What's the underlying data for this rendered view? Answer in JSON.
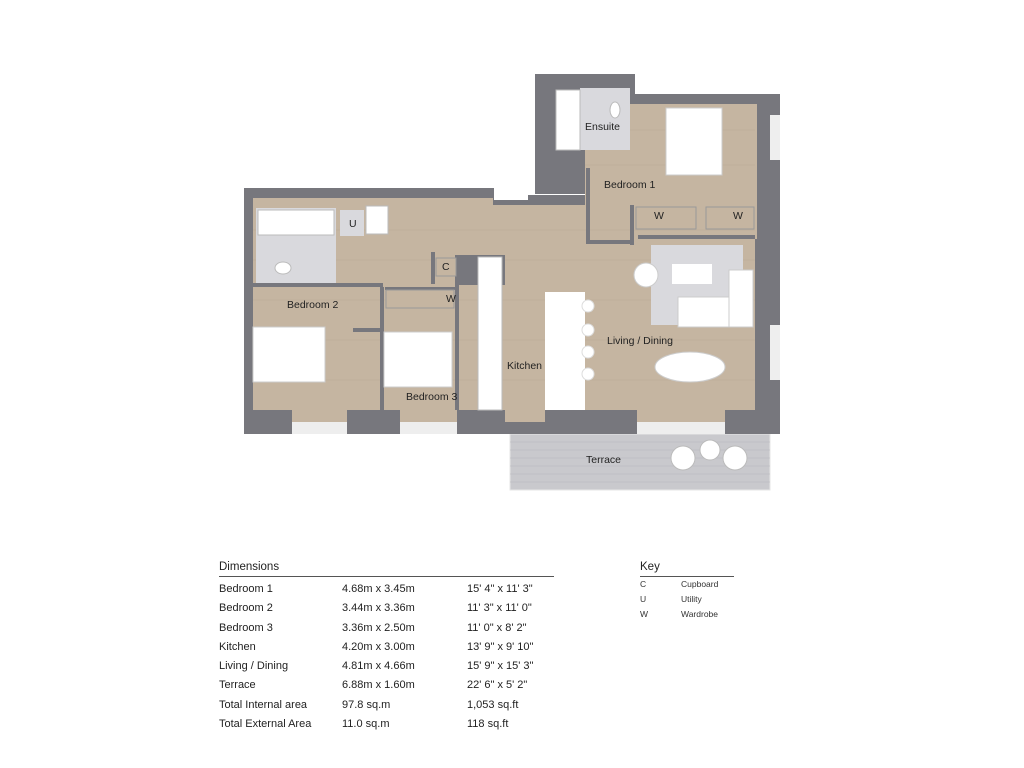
{
  "colors": {
    "wall": "#77777d",
    "floor": "#c5b5a1",
    "tile": "#d9d9dd",
    "terrace": "#c9c9cd",
    "furniture": "#ffffff"
  },
  "rooms": {
    "ensuite": "Ensuite",
    "bedroom1": "Bedroom 1",
    "bedroom2": "Bedroom 2",
    "bedroom3": "Bedroom 3",
    "kitchen": "Kitchen",
    "living": "Living / Dining",
    "terrace": "Terrace",
    "utility": "U",
    "cupboard": "C",
    "wardrobe_b1a": "W",
    "wardrobe_b1b": "W",
    "wardrobe_b3": "W"
  },
  "dimensions": {
    "title": "Dimensions",
    "rows": [
      {
        "room": "Bedroom 1",
        "metric": "4.68m x 3.45m",
        "imperial": "15' 4\" x 11' 3\""
      },
      {
        "room": "Bedroom 2",
        "metric": "3.44m x 3.36m",
        "imperial": "11' 3\" x 11' 0\""
      },
      {
        "room": "Bedroom 3",
        "metric": "3.36m x 2.50m",
        "imperial": "11' 0\" x 8' 2\""
      },
      {
        "room": "Kitchen",
        "metric": "4.20m x 3.00m",
        "imperial": "13' 9\" x 9' 10\""
      },
      {
        "room": "Living / Dining",
        "metric": "4.81m x 4.66m",
        "imperial": "15' 9\" x 15' 3\""
      },
      {
        "room": "Terrace",
        "metric": "6.88m x 1.60m",
        "imperial": "22' 6\" x 5' 2\""
      },
      {
        "room": "Total Internal area",
        "metric": "97.8 sq.m",
        "imperial": "1,053 sq.ft"
      },
      {
        "room": "Total External Area",
        "metric": "11.0 sq.m",
        "imperial": "118 sq.ft"
      }
    ]
  },
  "key": {
    "title": "Key",
    "rows": [
      {
        "code": "C",
        "meaning": "Cupboard"
      },
      {
        "code": "U",
        "meaning": "Utility"
      },
      {
        "code": "W",
        "meaning": "Wardrobe"
      }
    ]
  }
}
